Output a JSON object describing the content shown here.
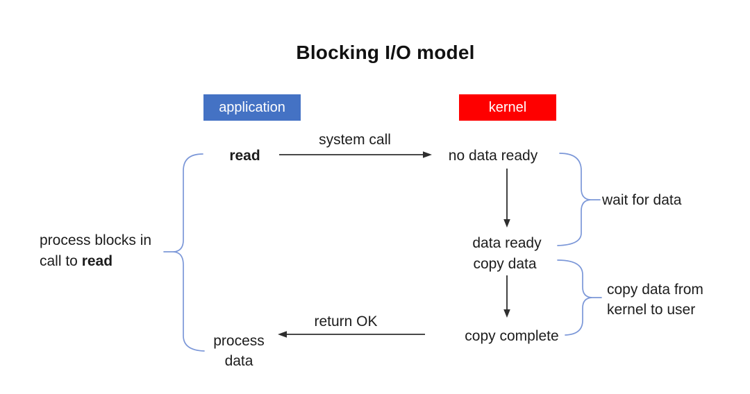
{
  "title": "Blocking I/O model",
  "columns": {
    "application_label": "application",
    "kernel_label": "kernel"
  },
  "nodes": {
    "read": "read",
    "no_data_ready": "no data ready",
    "data_ready": "data ready",
    "copy_data": "copy data",
    "copy_complete": "copy complete",
    "process_data_line1": "process",
    "process_data_line2": "data"
  },
  "edges": {
    "system_call": "system call",
    "return_ok": "return OK"
  },
  "annotations": {
    "left_line1": "process blocks in",
    "left_line2_prefix": "call to ",
    "left_line2_bold": "read",
    "wait_for_data": "wait for data",
    "copy_from_line1": "copy data from",
    "copy_from_line2": "kernel to user"
  },
  "colors": {
    "application_fill": "#4472C4",
    "kernel_fill": "#FE0000",
    "brace_stroke": "#7B97D8",
    "arrow_stroke": "#2E2E2E"
  }
}
